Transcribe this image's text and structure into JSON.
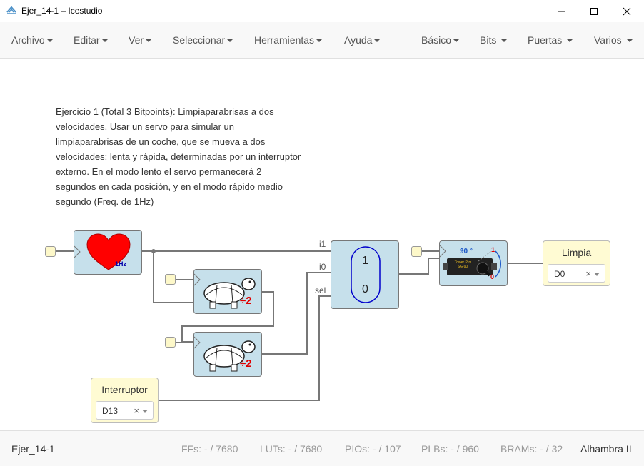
{
  "window": {
    "title": "Ejer_14-1 – Icestudio"
  },
  "menu": {
    "left": [
      {
        "label": "Archivo"
      },
      {
        "label": "Editar"
      },
      {
        "label": "Ver"
      },
      {
        "label": "Seleccionar"
      },
      {
        "label": "Herramientas"
      },
      {
        "label": "Ayuda"
      }
    ],
    "right": [
      {
        "label": "Básico"
      },
      {
        "label": "Bits"
      },
      {
        "label": "Puertas"
      },
      {
        "label": "Varios"
      }
    ]
  },
  "comment": "Ejercicio 1 (Total 3 Bitpoints): Limpiaparabrisas a dos velocidades. Usar un servo para simular un limpiaparabrisas de un coche, que se mueva a dos velocidades: lenta y rápida, determinadas por un interruptor externo. En el modo lento el servo permanecerá 2 segundos en cada posición, y en el modo rápido medio segundo (Freq. de 1Hz)",
  "blocks": {
    "heart": {
      "freq_label": "1Hz"
    },
    "divider1": {
      "label": "÷2"
    },
    "divider2": {
      "label": "÷2"
    },
    "mux": {
      "port_i1": "i1",
      "port_i0": "i0",
      "port_sel": "sel",
      "value_top": "1",
      "value_bottom": "0"
    },
    "servo": {
      "angle_label": "90 °",
      "mark_1": "1",
      "mark_0": "0",
      "chip_label": "Tower Pro SG-90"
    }
  },
  "io": {
    "output": {
      "name": "Limpia",
      "value": "D0",
      "clear": "×"
    },
    "input": {
      "name": "Interruptor",
      "value": "D13",
      "clear": "×"
    }
  },
  "status": {
    "project": "Ejer_14-1",
    "ffs_label": "FFs:",
    "ffs_value": "- / 7680",
    "luts_label": "LUTs:",
    "luts_value": "- / 7680",
    "pios_label": "PIOs:",
    "pios_value": "- / 107",
    "plbs_label": "PLBs:",
    "plbs_value": "- / 960",
    "brams_label": "BRAMs:",
    "brams_value": "- / 32",
    "board": "Alhambra II"
  },
  "colors": {
    "block_fill": "#c6e0eb",
    "io_fill": "#fffbd3",
    "heart": "#ff0000",
    "mux_outline": "#0000cc"
  }
}
